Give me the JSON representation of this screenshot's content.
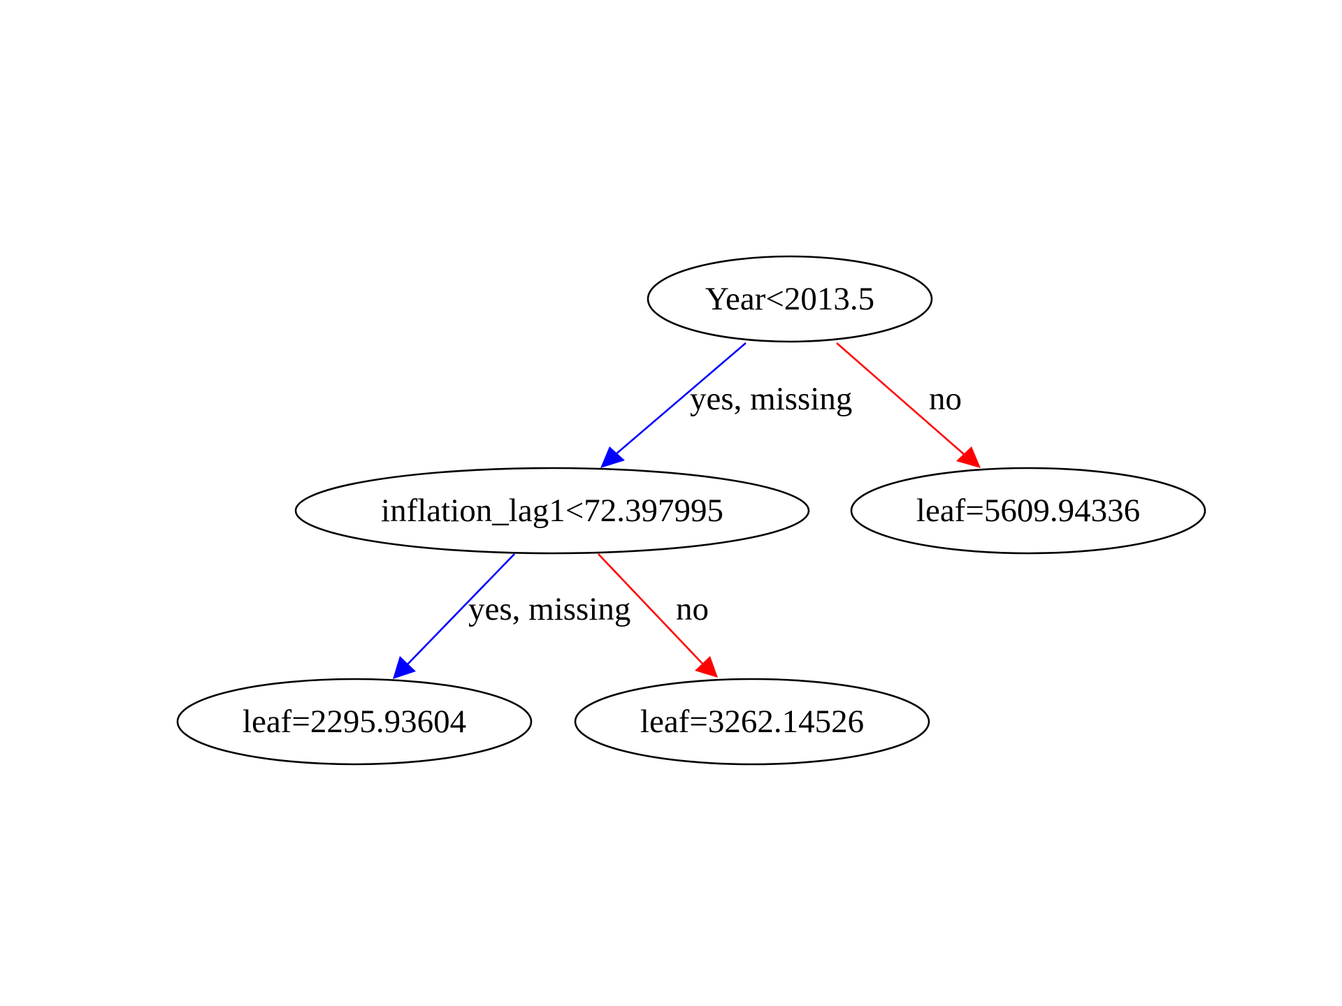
{
  "diagram": {
    "colors": {
      "yes_edge": "#0000ff",
      "no_edge": "#ff0000",
      "node_stroke": "#000000",
      "text": "#000000",
      "background": "#ffffff"
    },
    "nodes": {
      "root": {
        "label": "Year<2013.5"
      },
      "inflation": {
        "label": "inflation_lag1<72.397995"
      },
      "leaf_right": {
        "label": "leaf=5609.94336"
      },
      "leaf_left": {
        "label": "leaf=2295.93604"
      },
      "leaf_middle": {
        "label": "leaf=3262.14526"
      }
    },
    "edges": {
      "root_to_inflation": {
        "label": "yes, missing",
        "branch": "yes"
      },
      "root_to_leaf_right": {
        "label": "no",
        "branch": "no"
      },
      "inflation_to_leaf_left": {
        "label": "yes, missing",
        "branch": "yes"
      },
      "inflation_to_leaf_middle": {
        "label": "no",
        "branch": "no"
      }
    }
  }
}
